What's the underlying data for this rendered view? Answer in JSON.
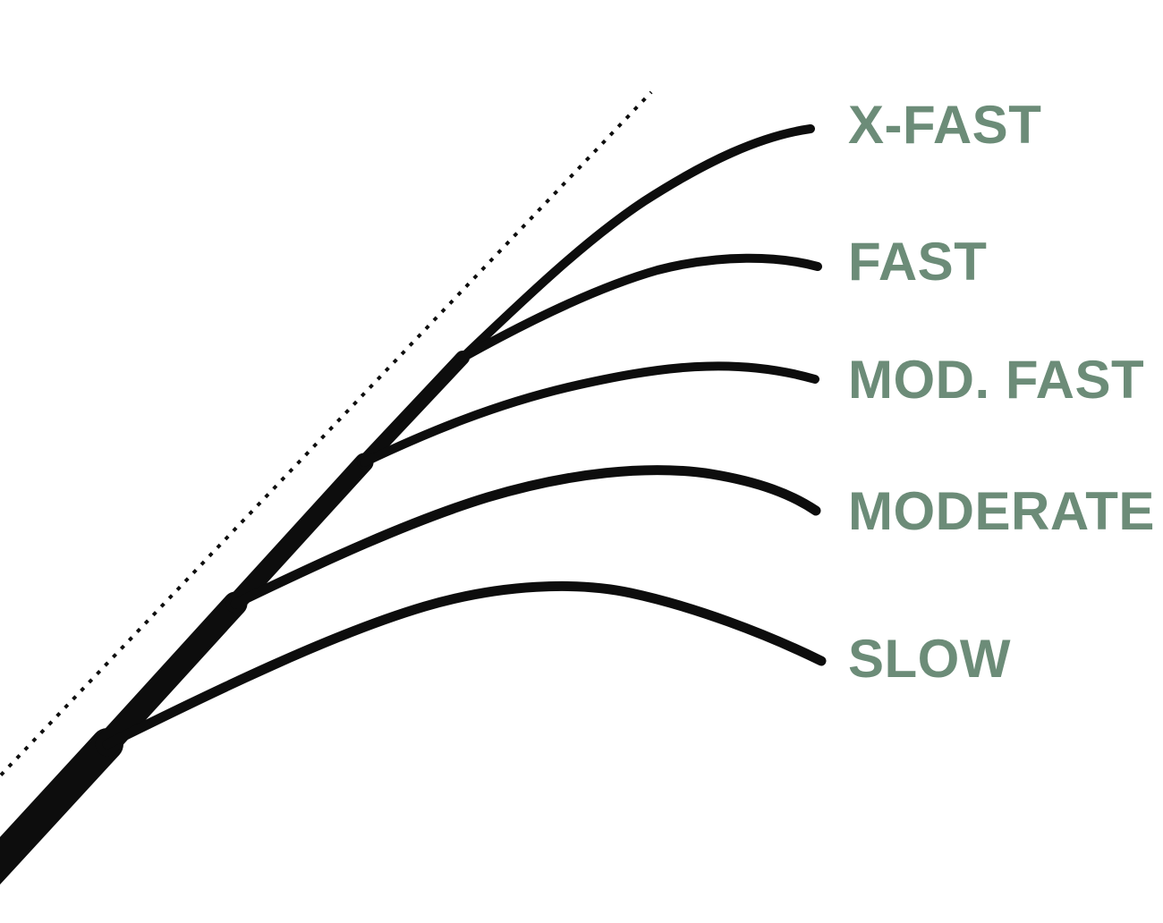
{
  "diagram": {
    "type": "rod-action-bend-diagram",
    "curves": [
      {
        "id": "x-fast",
        "label": "X-FAST"
      },
      {
        "id": "fast",
        "label": "FAST"
      },
      {
        "id": "mod-fast",
        "label": "MOD. FAST"
      },
      {
        "id": "moderate",
        "label": "MODERATE"
      },
      {
        "id": "slow",
        "label": "SLOW"
      }
    ],
    "reference_line": {
      "style": "dotted",
      "meaning": "straight-rod-reference"
    },
    "colors": {
      "line": "#0d0d0d",
      "label_text": "#6c8c78",
      "background": "#ffffff"
    }
  }
}
